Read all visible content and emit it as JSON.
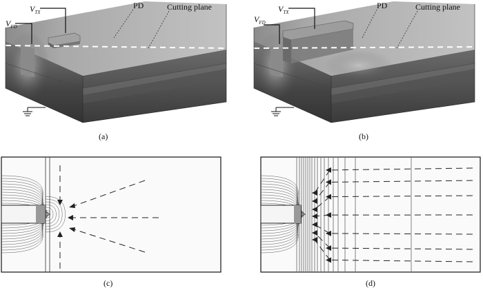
{
  "panels": {
    "a": {
      "caption": "(a)",
      "labels": {
        "v_tx_main": "V",
        "v_tx_sub": "TX",
        "v_fd_main": "V",
        "v_fd_sub": "FD",
        "pd": "PD",
        "cutting_plane": "Cutting plane"
      }
    },
    "b": {
      "caption": "(b)",
      "labels": {
        "v_tx_main": "V",
        "v_tx_sub": "TX",
        "v_fd_main": "V",
        "v_fd_sub": "FD",
        "pd": "PD",
        "cutting_plane": "Cutting plane"
      }
    },
    "c": {
      "caption": "(c)"
    },
    "d": {
      "caption": "(d)"
    }
  },
  "colors": {
    "device_dark": "#3a3a3a",
    "device_top": "#b9b9b9",
    "device_side": "#5a5a5a",
    "gate": "#9a9a9a",
    "line": "#111111",
    "dash": "#ffffff"
  }
}
